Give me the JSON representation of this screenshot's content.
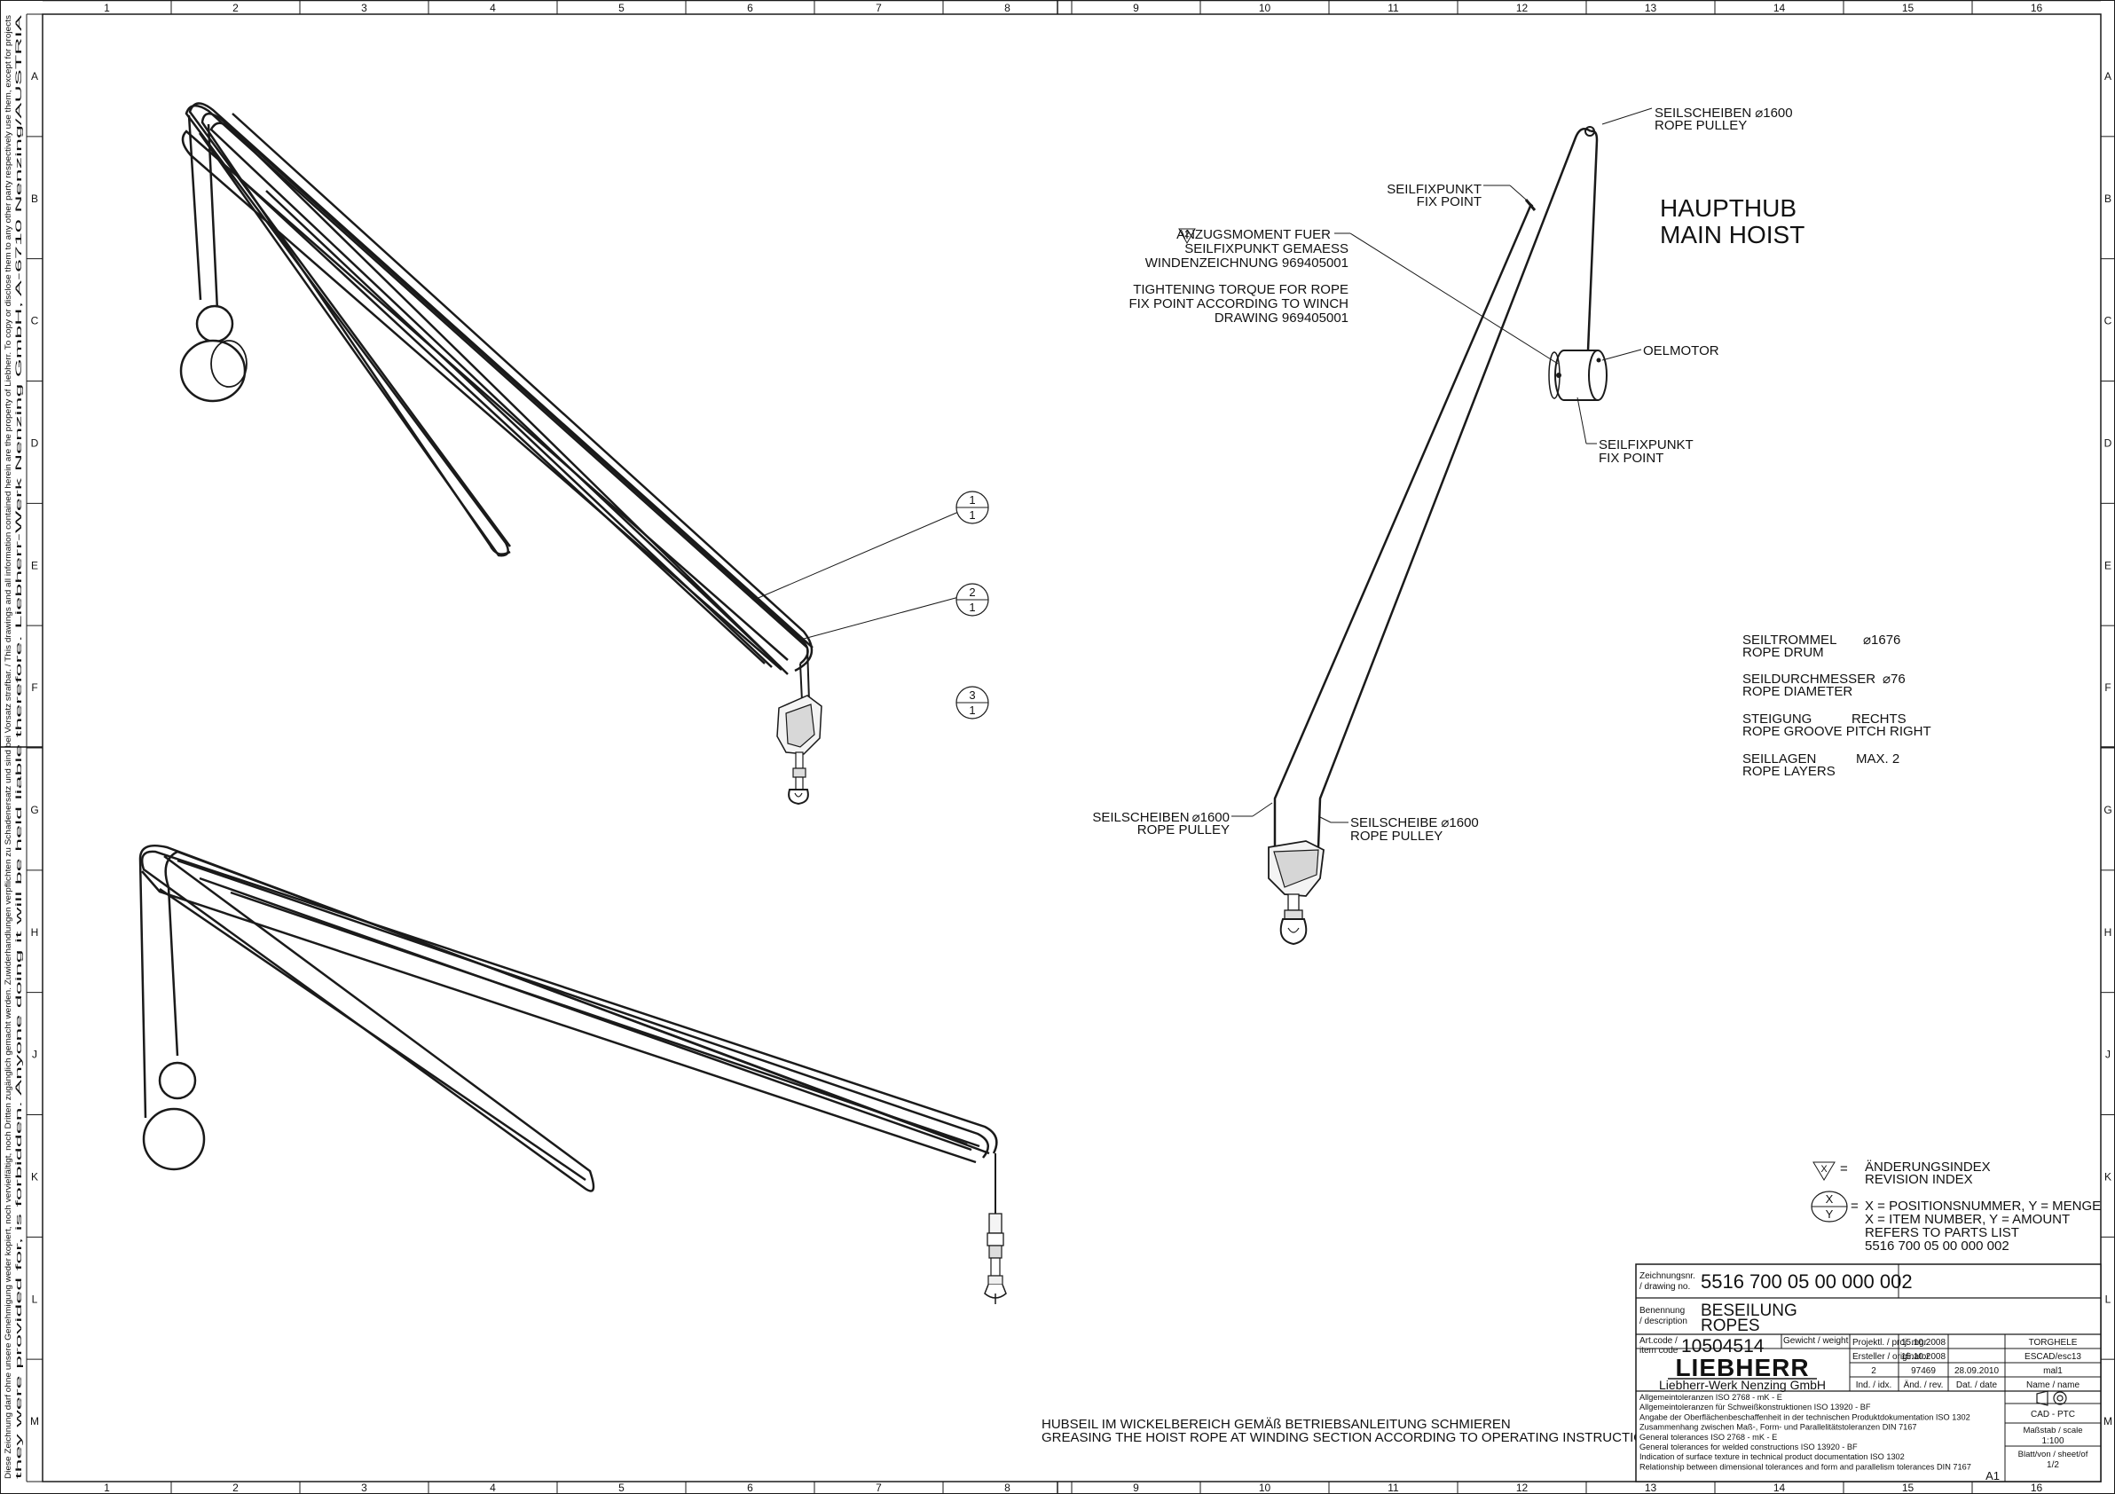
{
  "frame": {
    "columns": [
      "1",
      "2",
      "3",
      "4",
      "5",
      "6",
      "7",
      "8",
      "9",
      "10",
      "11",
      "12",
      "13",
      "14",
      "15",
      "16"
    ],
    "rows": [
      "A",
      "B",
      "C",
      "D",
      "E",
      "F",
      "G",
      "H",
      "J",
      "K",
      "L",
      "M"
    ],
    "copyright_line1": "Diese Zeichnung darf ohne unsere Genehmigung weder kopiert, noch vervielfältigt, noch Dritten zugänglich gemacht werden. Zuwiderhandlungen verpflichten zu Schadenersatz und sind bei Vorsatz strafbar. / This drawings and all information contained herein are the property of Liebherr. To copy or disclose them to any other party respectively use them, except for projects",
    "copyright_line2": "they were provided for, is forbidden. Anyone doing it will be held liable therefore.                                                       Liebherr-Werk Nenzing GmbH, A-6710 Nenzing/AUSTRIA"
  },
  "title": {
    "line1": "HAUPTHUB",
    "line2": "MAIN HOIST"
  },
  "labels": {
    "pulley_top_de": "SEILSCHEIBEN",
    "pulley_top_dim": "1600",
    "pulley_top_en": "ROPE PULLEY",
    "fixpoint_top_de": "SEILFIXPUNKT",
    "fixpoint_top_en": "FIX POINT",
    "torque_marker": "2",
    "torque_de_1": "ANZUGSMOMENT FUER",
    "torque_de_2": "SEILFIXPUNKT GEMAESS",
    "torque_de_3": "WINDENZEICHNUNG 969405001",
    "torque_en_1": "TIGHTENING TORQUE FOR ROPE",
    "torque_en_2": "FIX POINT ACCORDING TO WINCH",
    "torque_en_3": "DRAWING 969405001",
    "motor": "OELMOTOR",
    "fixpoint_drum_de": "SEILFIXPUNKT",
    "fixpoint_drum_en": "FIX POINT",
    "pulley_left_de": "SEILSCHEIBEN",
    "pulley_left_dim": "1600",
    "pulley_left_en": "ROPE PULLEY",
    "pulley_right_de": "SEILSCHEIBE",
    "pulley_right_dim": "1600",
    "pulley_right_en": "ROPE PULLEY"
  },
  "balloons": [
    {
      "top": "1",
      "bottom": "1"
    },
    {
      "top": "2",
      "bottom": "1"
    },
    {
      "top": "3",
      "bottom": "1"
    }
  ],
  "specs": {
    "drum_de": "SEILTROMMEL",
    "drum_dim": "1676",
    "drum_en": "ROPE DRUM",
    "diam_de": "SEILDURCHMESSER",
    "diam_dim": "76",
    "diam_en": "ROPE DIAMETER",
    "pitch_de": "STEIGUNG",
    "pitch_de_val": "RECHTS",
    "pitch_en": "ROPE GROOVE PITCH",
    "pitch_en_val": "RIGHT",
    "layers_de": "SEILLAGEN",
    "layers_val": "MAX. 2",
    "layers_en": "ROPE LAYERS"
  },
  "legend": {
    "rev_symbol": "X",
    "rev_eq": "=",
    "rev_de": "ÄNDERUNGSINDEX",
    "rev_en": "REVISION INDEX",
    "item_x": "X",
    "item_y": "Y",
    "item_eq": "=",
    "item_de": "X = POSITIONSNUMMER, Y = MENGE",
    "item_en": "X = ITEM NUMBER, Y = AMOUNT",
    "refers": "REFERS TO PARTS LIST",
    "parts_list": "5516 700 05 00 000 002"
  },
  "note": {
    "de": "HUBSEIL IM WICKELBEREICH GEMÄß BETRIEBSANLEITUNG SCHMIEREN",
    "en": "GREASING THE HOIST ROPE AT WINDING SECTION ACCORDING TO OPERATING INSTRUCTION"
  },
  "title_block": {
    "drawing_no_label_1": "Zeichnungsnr.",
    "drawing_no_label_2": "/ drawing no.",
    "drawing_no": "5516 700 05 00 000 002",
    "desc_label_1": "Benennung",
    "desc_label_2": "/ description",
    "desc_1": "BESEILUNG",
    "desc_2": "ROPES",
    "art_label_1": "Art.code /",
    "art_label_2": "item code",
    "art_code": "10504514",
    "weight_label": "Gewicht / weight",
    "company_logo": "LIEBHERR",
    "company_name": "Liebherr-Werk Nenzing GmbH",
    "proj_label": "Projektl. / proj. mgr.",
    "proj_date": "15.10.2008",
    "proj_name": "TORGHELE",
    "orig_label": "Ersteller / originator",
    "orig_date": "15.10.2008",
    "orig_name": "ESCAD/esc13",
    "rev_index": "2",
    "rev_change": "97469",
    "rev_date": "28.09.2010",
    "rev_name": "mal1",
    "hdr_index": "Ind. / idx.",
    "hdr_change": "Änd. / rev.",
    "hdr_date": "Dat. / date",
    "hdr_name": "Name / name",
    "tolerances": [
      "Allgemeintoleranzen ISO 2768 - mK - E",
      "Allgemeintoleranzen für Schweißkonstruktionen ISO 13920 - BF",
      "Angabe der Oberflächenbeschaffenheit in der technischen Produktdokumentation ISO 1302",
      "Zusammenhang zwischen Maß-, Form- und Parallelitätstoleranzen DIN 7167",
      "General tolerances ISO 2768 - mK - E",
      "General tolerances for welded constructions ISO 13920 - BF",
      "Indication of surface texture in technical product documentation ISO 1302",
      "Relationship between dimensional tolerances and form and parallelism tolerances DIN 7167"
    ],
    "cad": "CAD - PTC",
    "scale_label": "Maßstab / scale",
    "scale": "1:100",
    "sheet_label": "Blatt/von / sheet/of",
    "sheet": "1/2",
    "format": "A1"
  }
}
